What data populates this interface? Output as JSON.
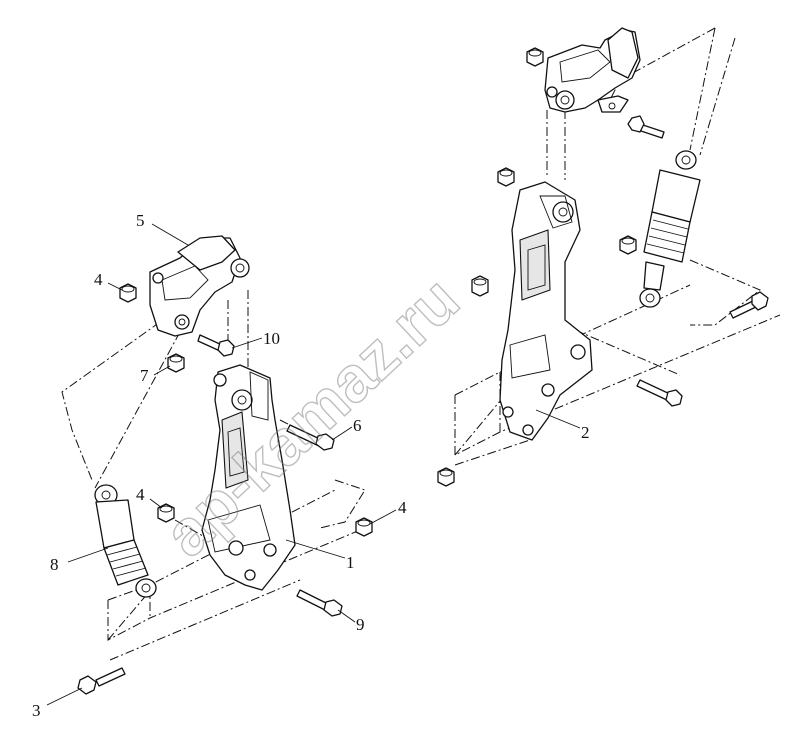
{
  "watermark": "ap-kamaz.ru",
  "callouts": [
    {
      "id": "c1",
      "label": "1"
    },
    {
      "id": "c2",
      "label": "2"
    },
    {
      "id": "c3",
      "label": "3"
    },
    {
      "id": "c4a",
      "label": "4"
    },
    {
      "id": "c4b",
      "label": "4"
    },
    {
      "id": "c4c",
      "label": "4"
    },
    {
      "id": "c5",
      "label": "5"
    },
    {
      "id": "c6",
      "label": "6"
    },
    {
      "id": "c7",
      "label": "7"
    },
    {
      "id": "c8",
      "label": "8"
    },
    {
      "id": "c9",
      "label": "9"
    },
    {
      "id": "c10",
      "label": "10"
    }
  ]
}
